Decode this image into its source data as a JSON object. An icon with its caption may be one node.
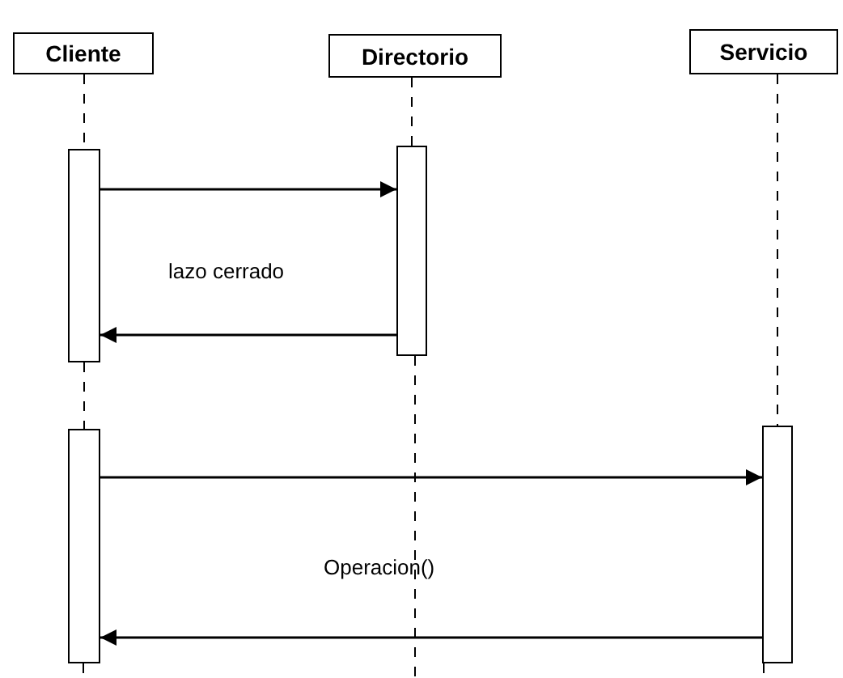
{
  "diagram": {
    "nodes": [
      {
        "text": [
          "Cliente"
        ]
      },
      {
        "text": [
          "Directorio"
        ]
      },
      {
        "text": [
          "Servicio"
        ]
      },
      {
        "text": [],
        "shape": "bar"
      },
      {
        "text": [],
        "shape": "bar"
      },
      {
        "text": [],
        "shape": "bar"
      },
      {
        "text": [],
        "shape": "bar"
      }
    ],
    "edges": [
      {
        "from": 0,
        "to": 3,
        "arrow": "none",
        "style": "dashed"
      },
      {
        "from": 3,
        "to": 5,
        "arrow": "none",
        "style": "dashed"
      },
      {
        "from": 1,
        "to": 4,
        "arrow": "none",
        "style": "dashed"
      },
      {
        "from": 2,
        "to": 6,
        "arrow": "none",
        "style": "dashed"
      },
      {
        "from": 3,
        "to": 4,
        "arrow": "to"
      },
      {
        "from": 4,
        "to": 3,
        "arrow": "to"
      },
      {
        "from": 5,
        "to": 6,
        "arrow": "to"
      },
      {
        "from": 6,
        "to": 5,
        "arrow": "to"
      }
    ],
    "labels": [
      "lazo cerrado",
      "Operacion()"
    ]
  }
}
